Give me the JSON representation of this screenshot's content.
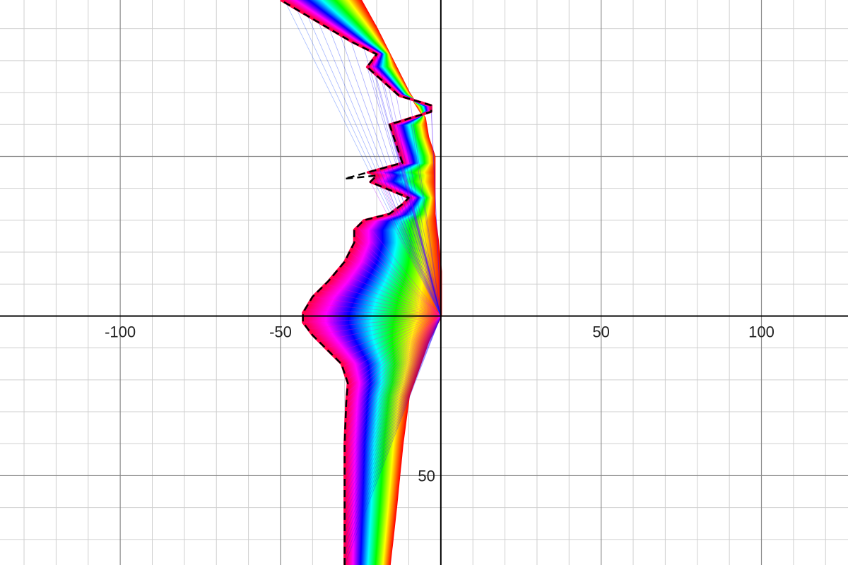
{
  "chart_data": {
    "type": "area",
    "title": "",
    "xlabel": "",
    "ylabel": "",
    "xlim": [
      -137.5,
      127
    ],
    "ylim": [
      -78,
      99
    ],
    "grid": true,
    "major_gridline_step": 50,
    "minor_gridline_step": 10,
    "x_tick_labels": [
      {
        "value": -100,
        "text": "-100"
      },
      {
        "value": -50,
        "text": "-50"
      },
      {
        "value": 50,
        "text": "50"
      },
      {
        "value": 100,
        "text": "100"
      }
    ],
    "y_tick_labels": [
      {
        "value": -50,
        "text": "50"
      }
    ],
    "gradient_colors": [
      "#ff0000",
      "#ffff00",
      "#00ff00",
      "#00ffff",
      "#0000ff",
      "#ff00ff",
      "#ff0044"
    ],
    "series": [
      {
        "style": "dashed-boundary",
        "color": "#000000",
        "points": [
          [
            -30,
            -78
          ],
          [
            -30,
            -60
          ],
          [
            -30,
            -40
          ],
          [
            -29.5,
            -27
          ],
          [
            -29,
            -21
          ],
          [
            -31,
            -15
          ],
          [
            -36,
            -10
          ],
          [
            -40,
            -6
          ],
          [
            -43,
            -2
          ],
          [
            -43,
            1
          ],
          [
            -40,
            6
          ],
          [
            -35,
            11
          ],
          [
            -30,
            17
          ],
          [
            -27,
            23
          ],
          [
            -27,
            27
          ],
          [
            -24,
            30
          ],
          [
            -20,
            31
          ],
          [
            -16,
            32
          ],
          [
            -12,
            35
          ],
          [
            -10,
            37
          ],
          [
            -22,
            42
          ],
          [
            -20,
            44
          ],
          [
            -30,
            43
          ],
          [
            -12,
            48
          ],
          [
            -16,
            60
          ],
          [
            -3,
            64
          ],
          [
            -3,
            66
          ],
          [
            -13,
            69
          ],
          [
            -23,
            78
          ],
          [
            -20,
            82
          ],
          [
            -28,
            86
          ],
          [
            -50,
            99
          ]
        ]
      },
      {
        "style": "gradient-filled-region",
        "apex": [
          0,
          0
        ],
        "spine": [
          [
            -16,
            -78
          ],
          [
            -14,
            -60
          ],
          [
            -12,
            -40
          ],
          [
            -10,
            -25
          ],
          [
            -4,
            -8
          ],
          [
            0,
            0
          ],
          [
            0,
            6
          ],
          [
            0,
            14
          ],
          [
            -1,
            24
          ],
          [
            -2,
            32
          ],
          [
            -2,
            38
          ],
          [
            -2,
            44
          ],
          [
            -2,
            50
          ],
          [
            -4,
            56
          ],
          [
            -5,
            62
          ],
          [
            -10,
            70
          ],
          [
            -15,
            80
          ],
          [
            -20,
            90
          ],
          [
            -25,
            99
          ]
        ]
      }
    ]
  }
}
